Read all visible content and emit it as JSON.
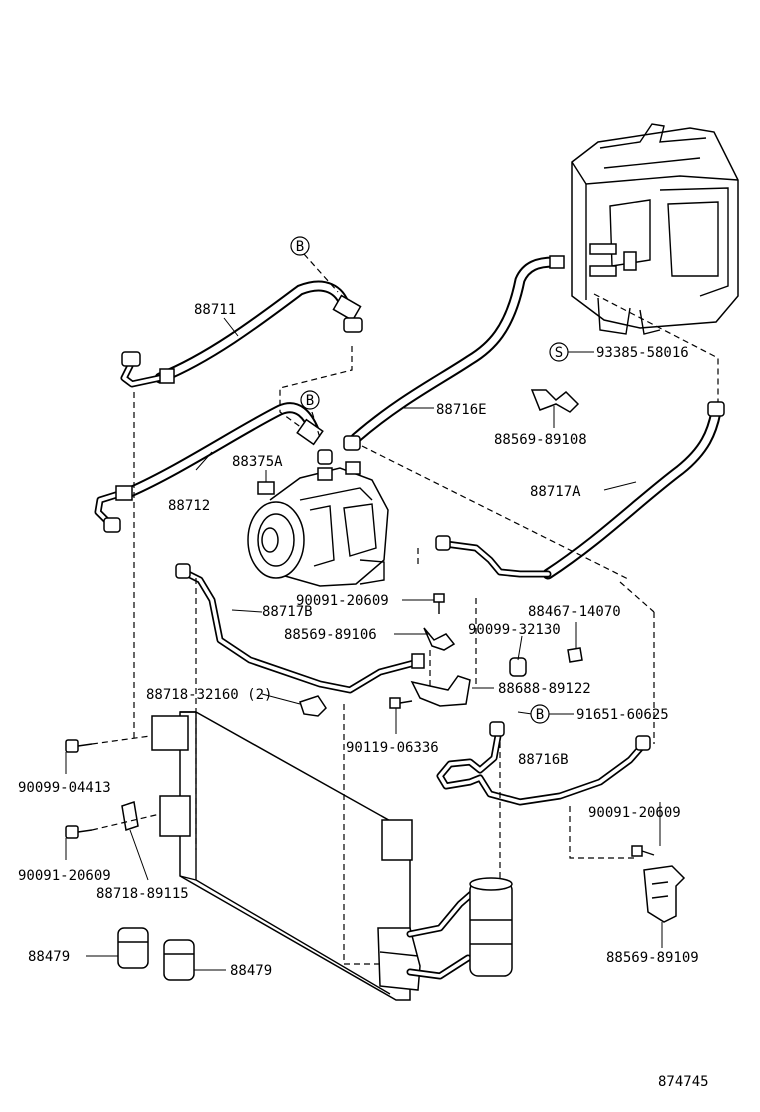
{
  "diagram": {
    "callouts": {
      "p88711": "88711",
      "p88712": "88712",
      "p88375A": "88375A",
      "p88716E": "88716E",
      "p93385": "93385-58016",
      "p88569_89108": "88569-89108",
      "p88717A": "88717A",
      "p88717B": "88717B",
      "p90091_top": "90091-20609",
      "p88569_89106": "88569-89106",
      "p88467": "88467-14070",
      "p90099_32130": "90099-32130",
      "p88718_32160": "88718-32160 (2)",
      "p88688": "88688-89122",
      "p91651": "91651-60625",
      "p90119": "90119-06336",
      "p88716B": "88716B",
      "p90099_04413": "90099-04413",
      "p90091_left": "90091-20609",
      "p88718_89115": "88718-89115",
      "p90091_right": "90091-20609",
      "p88569_89109": "88569-89109",
      "p88479_a": "88479",
      "p88479_b": "88479"
    },
    "markers": {
      "b_upper": "B",
      "b_lower": "B",
      "b_right": "B",
      "s_marker": "S"
    },
    "figure_number": "874745"
  }
}
